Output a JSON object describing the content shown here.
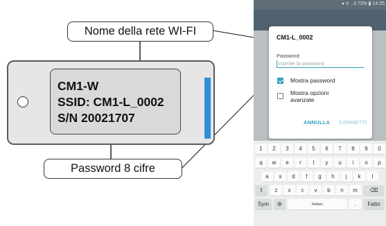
{
  "callouts": {
    "network_name": "Nome della rete WI-FI",
    "password": "Password 8 cifre"
  },
  "device": {
    "model": "CM1-W",
    "ssid": "SSID: CM1-L_0002",
    "serial": "S/N 20021707"
  },
  "phone": {
    "status_bar": "◂ ᯤ ..ıl 73% ▮ 14:25",
    "dialog": {
      "title": "CM1-L_0002",
      "password_label": "Password",
      "password_placeholder": "Inserite la password",
      "show_password_label": "Mostra password",
      "show_password_checked": true,
      "advanced_options_line1": "Mostra opzioni",
      "advanced_options_line2": "avanzate",
      "advanced_options_checked": false,
      "cancel_button": "ANNULLA",
      "connect_button": "CONNETTI"
    },
    "keyboard": {
      "row1": [
        "1",
        "2",
        "3",
        "4",
        "5",
        "6",
        "7",
        "8",
        "9",
        "0"
      ],
      "row2": [
        "q",
        "w",
        "e",
        "r",
        "t",
        "y",
        "u",
        "i",
        "o",
        "p"
      ],
      "row3": [
        "a",
        "s",
        "d",
        "f",
        "g",
        "h",
        "j",
        "k",
        "l"
      ],
      "row4": [
        "z",
        "x",
        "c",
        "v",
        "b",
        "n",
        "m"
      ],
      "sym_key": "Sym",
      "space_key": "Italiano",
      "period_key": ".",
      "done_key": "Fatto"
    }
  },
  "colors": {
    "accent": "#2d9fbf",
    "device_strip": "#2e8fd8"
  }
}
